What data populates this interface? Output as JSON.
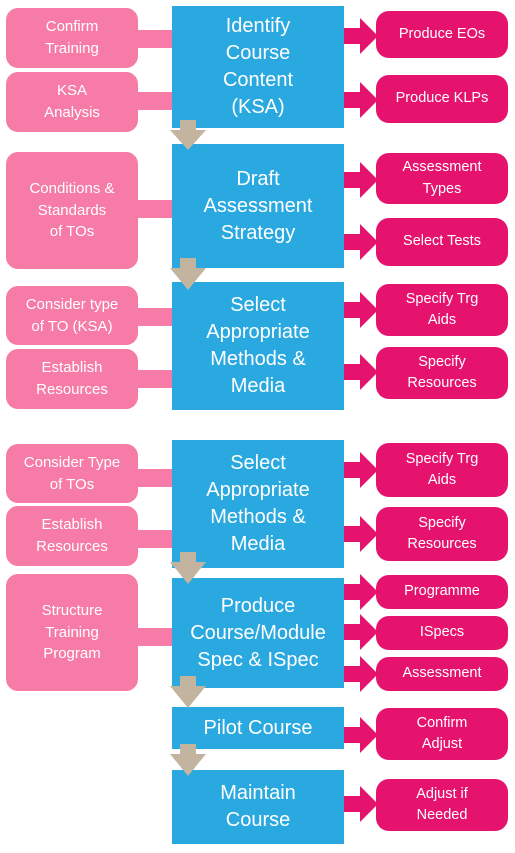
{
  "steps": [
    {
      "title": "Identify\nCourse\nContent\n(KSA)",
      "inputs": [
        "Confirm\nTraining",
        "KSA\nAnalysis"
      ],
      "outputs": [
        "Produce EOs",
        "Produce KLPs"
      ]
    },
    {
      "title": "Draft\nAssessment\nStrategy",
      "inputs": [
        "Conditions &\nStandards\nof TOs"
      ],
      "outputs": [
        "Assessment\nTypes",
        "Select Tests"
      ]
    },
    {
      "title": "Select\nAppropriate\nMethods &\nMedia",
      "inputs": [
        "Consider type\nof TO (KSA)",
        "Establish\nResources"
      ],
      "outputs": [
        "Specify Trg\nAids",
        "Specify\nResources"
      ]
    },
    {
      "title": "Select\nAppropriate\nMethods &\nMedia",
      "inputs": [
        "Consider Type\nof TOs",
        "Establish\nResources"
      ],
      "outputs": [
        "Specify Trg\nAids",
        "Specify\nResources"
      ]
    },
    {
      "title": "Produce\nCourse/Module\nSpec & ISpec",
      "inputs": [
        "Structure\nTraining\nProgram"
      ],
      "outputs": [
        "Programme",
        "ISpecs",
        "Assessment"
      ]
    },
    {
      "title": "Pilot Course",
      "inputs": [],
      "outputs": [
        "Confirm\nAdjust"
      ]
    },
    {
      "title": "Maintain\nCourse",
      "inputs": [],
      "outputs": [
        "Adjust if\nNeeded"
      ]
    }
  ],
  "colors": {
    "step_box": "#2aa8e0",
    "input_box": "#f67ba6",
    "output_box": "#e5136e",
    "flow_arrow": "#c2b49f"
  }
}
